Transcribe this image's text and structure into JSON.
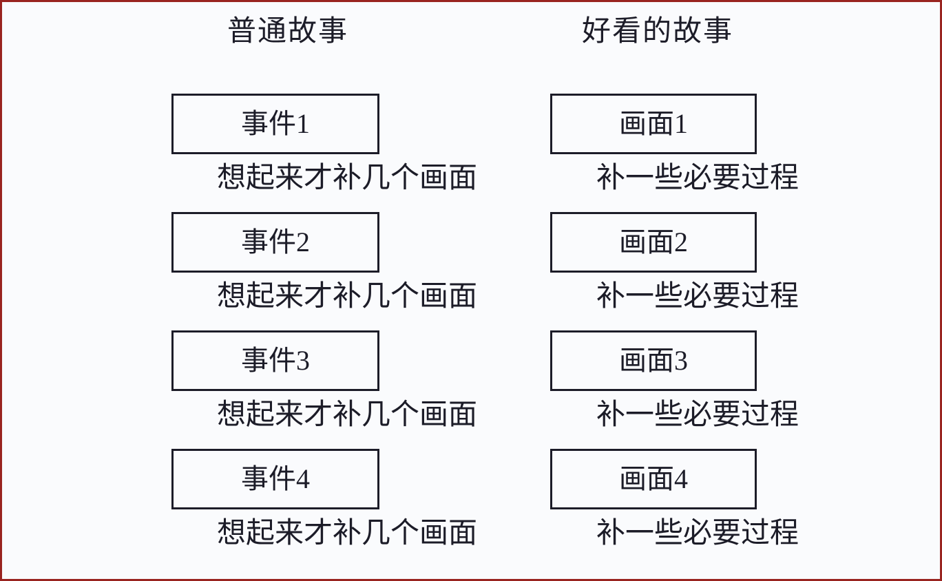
{
  "colors": {
    "frame_border": "#992420",
    "background": "#fafbfd",
    "ink": "#1c1c28"
  },
  "diagram": {
    "columns": [
      {
        "id": "ordinary-story",
        "title": "普通故事",
        "items": [
          {
            "box": "事件1",
            "caption": "想起来才补几个画面"
          },
          {
            "box": "事件2",
            "caption": "想起来才补几个画面"
          },
          {
            "box": "事件3",
            "caption": "想起来才补几个画面"
          },
          {
            "box": "事件4",
            "caption": "想起来才补几个画面"
          }
        ]
      },
      {
        "id": "good-story",
        "title": "好看的故事",
        "items": [
          {
            "box": "画面1",
            "caption": "补一些必要过程"
          },
          {
            "box": "画面2",
            "caption": "补一些必要过程"
          },
          {
            "box": "画面3",
            "caption": "补一些必要过程"
          },
          {
            "box": "画面4",
            "caption": "补一些必要过程"
          }
        ]
      }
    ]
  }
}
